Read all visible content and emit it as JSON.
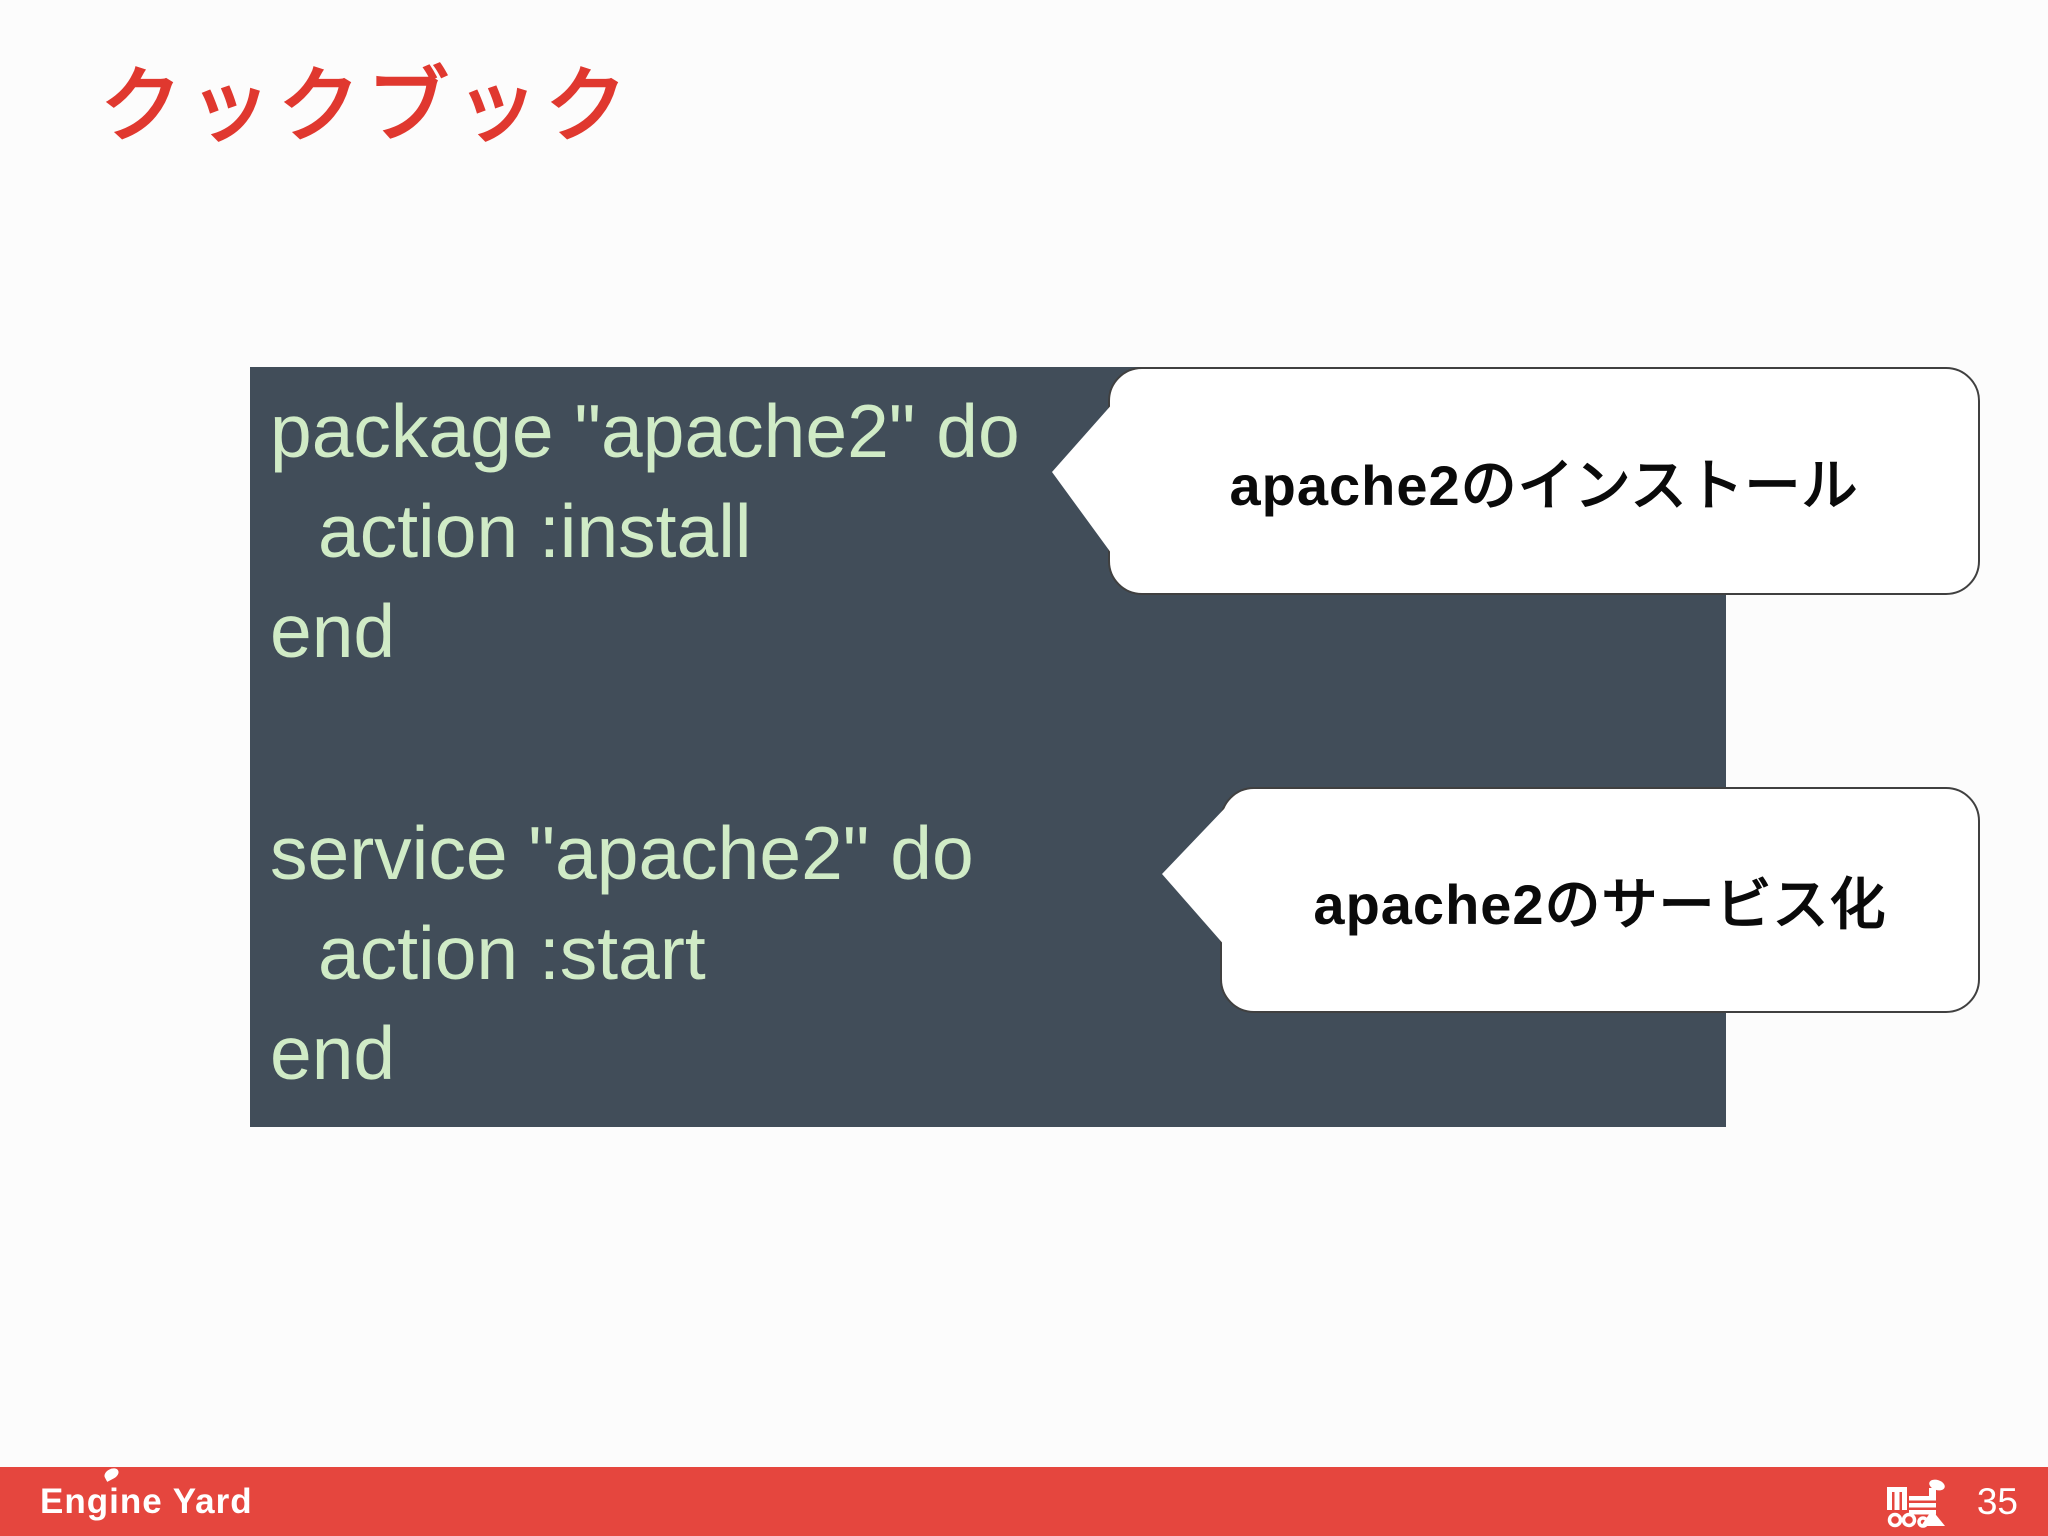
{
  "slide": {
    "title": "クックブック"
  },
  "code_block": {
    "lines": [
      {
        "text": "package \"apache2\" do",
        "indent": 0
      },
      {
        "text": "action :install",
        "indent": 1
      },
      {
        "text": "end",
        "indent": 0
      },
      {
        "text": "",
        "indent": 0
      },
      {
        "text": "service \"apache2\" do",
        "indent": 0
      },
      {
        "text": "action :start",
        "indent": 1
      },
      {
        "text": "end",
        "indent": 0
      }
    ]
  },
  "callouts": [
    {
      "label": "apache2のインストール"
    },
    {
      "label": "apache2のサービス化"
    }
  ],
  "footer": {
    "brand": "Engine Yard",
    "page_number": "35"
  },
  "colors": {
    "title_red": "#e0382f",
    "footer_red": "#e5463e",
    "code_background": "#414d59",
    "code_text": "#d0ebc6",
    "callout_background": "#ffffff",
    "callout_border": "#404040",
    "callout_text": "#0a0a0a"
  }
}
